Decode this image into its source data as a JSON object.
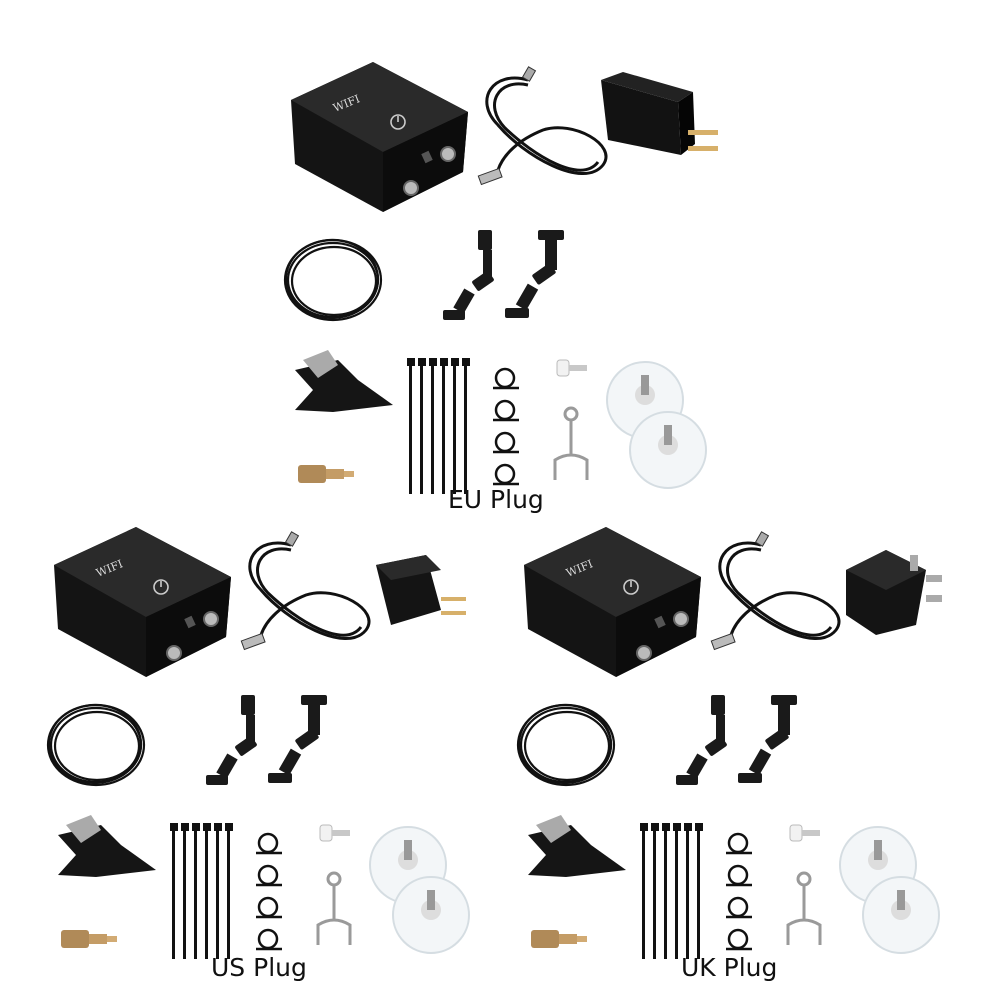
{
  "panels": [
    {
      "caption": "EU Plug",
      "device_text": "WIFI",
      "plug": "eu-plug-adapter"
    },
    {
      "caption": "US Plug",
      "device_text": "WIFI",
      "plug": "us-plug-adapter"
    },
    {
      "caption": "UK Plug",
      "device_text": "WIFI",
      "plug": "uk-plug-adapter"
    }
  ]
}
